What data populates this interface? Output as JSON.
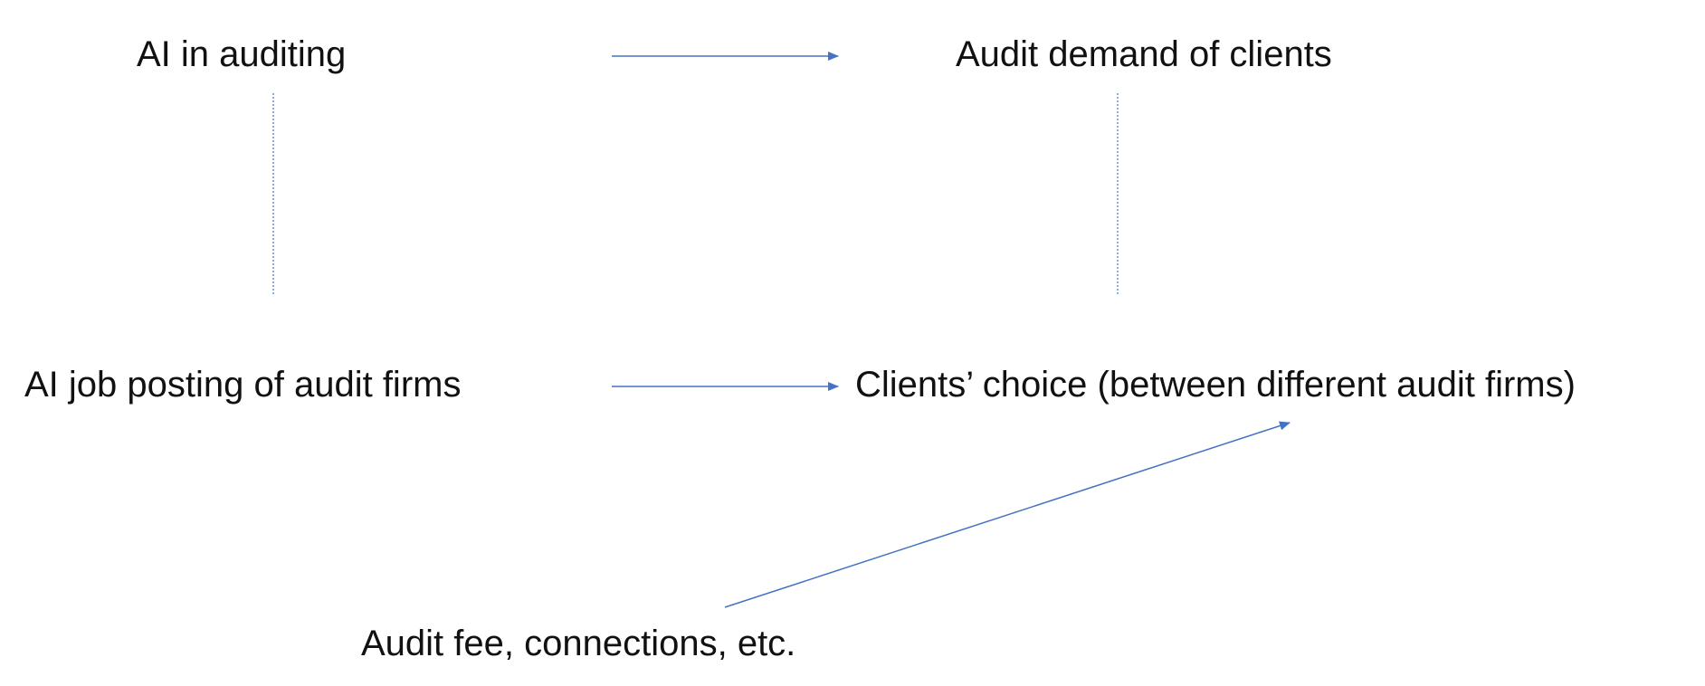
{
  "diagram": {
    "nodes": {
      "ai_in_auditing": "AI in auditing",
      "audit_demand": "Audit demand of clients",
      "ai_job_posting": "AI job posting of audit firms",
      "clients_choice": "Clients’ choice (between different audit firms)",
      "audit_fee": "Audit fee, connections, etc."
    },
    "edges": [
      {
        "from": "ai_in_auditing",
        "to": "audit_demand",
        "style": "solid-arrow"
      },
      {
        "from": "ai_job_posting",
        "to": "clients_choice",
        "style": "solid-arrow"
      },
      {
        "from": "audit_fee",
        "to": "clients_choice",
        "style": "solid-arrow"
      },
      {
        "from": "ai_in_auditing",
        "to": "ai_job_posting",
        "style": "dotted-line"
      },
      {
        "from": "audit_demand",
        "to": "clients_choice",
        "style": "dotted-line"
      }
    ],
    "colors": {
      "edge": "#4472C4",
      "text": "#111111",
      "background": "#FFFFFF"
    }
  }
}
